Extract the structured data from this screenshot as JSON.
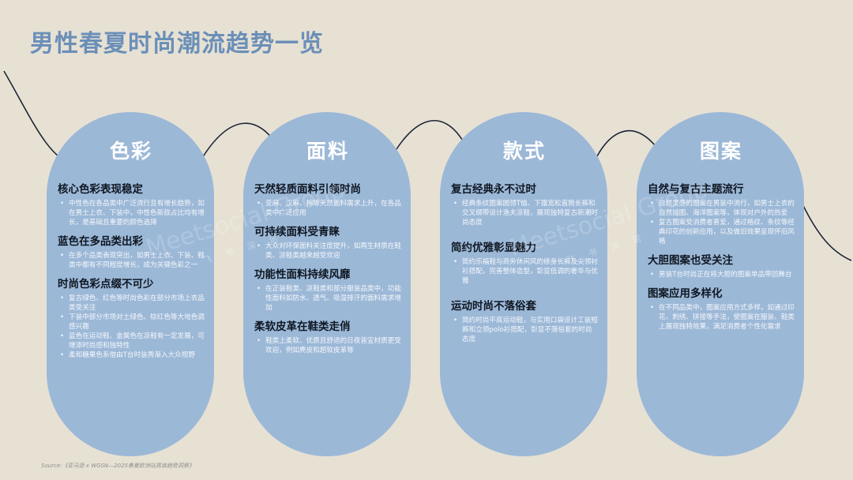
{
  "title": "男性春夏时尚潮流趋势一览",
  "source": "Source:《亚马逊 x WGSN—2025春夏欧洲站男装趋势洞察》",
  "watermark": {
    "text": "Meetsocial Group",
    "sub": "飞书深诺"
  },
  "columns": [
    {
      "title": "色彩",
      "sections": [
        {
          "heading": "核心色彩表现稳定",
          "bullets": [
            "中性色在各品类中广泛流行且有增长趋势，如在男士上衣、下装中，中性色新款占比均有增长，是基础且重要的颜色选择"
          ]
        },
        {
          "heading": "蓝色在多品类出彩",
          "bullets": [
            "在多个品类表现突出，如男士上衣、下装、鞋类中都有不同程度增长，成为关键色彩之一"
          ]
        },
        {
          "heading": "时尚色彩点缀不可少",
          "bullets": [
            "复古绿色、红色等时尚色彩在部分市场上衣品类受关注",
            "下装中部分市场对土绿色、棕红色等大地色调感兴趣",
            "蓝色在运动鞋、金属色在凉鞋有一定发展，可增添时尚感和独特性",
            "柔和糖果色系借由T台时装秀渐入大众视野"
          ]
        }
      ]
    },
    {
      "title": "面料",
      "sections": [
        {
          "heading": "天然轻质面料引领时尚",
          "bullets": [
            "亚麻、汉麻、棉等天然面料需求上升，在各品类中广泛应用"
          ]
        },
        {
          "heading": "可持续面料受青睐",
          "bullets": [
            "大众对环保面料关注度提升，如再生材质在鞋类、凉鞋类越来越受欢迎"
          ]
        },
        {
          "heading": "功能性面料持续风靡",
          "bullets": [
            "在正装鞋类、凉鞋类和部分服装品类中，功能性面料如防水、透气、吸湿排汗的面料需求增加"
          ]
        },
        {
          "heading": "柔软皮革在鞋类走俏",
          "bullets": [
            "鞋类上柔软、优质且舒适的日夜皆宜材质更受欢迎，例如麂皮和超软皮革等"
          ]
        }
      ]
    },
    {
      "title": "款式",
      "sections": [
        {
          "heading": "复古经典永不过时",
          "bullets": [
            "经典条纹图案圆领T恤、下摆宽松直筒长裤和交叉绑带设计渔夫凉鞋，展现独特复古新潮时尚态度"
          ]
        },
        {
          "heading": "简约优雅彰显魅力",
          "bullets": [
            "简约乐福鞋与商务休闲风的修身长裤及尖领衬衫搭配，完善整体造型，彰显低调的奢华与优雅"
          ]
        },
        {
          "heading": "运动时尚不落俗套",
          "bullets": [
            "简约时尚平底运动鞋，与实用口袋设计工装短裤和立领polo衫搭配，彰显不落俗套的时尚态度"
          ]
        }
      ]
    },
    {
      "title": "图案",
      "sections": [
        {
          "heading": "自然与复古主题流行",
          "bullets": [
            "自然灵感的图案在男装中流行，如男士上衣的自然插图、海洋图案等，体现对户外的热爱",
            "复古图案受消费者喜爱，通过格纹、条纹等经典印花的创新应用，以及做旧效果呈现怀旧风格"
          ]
        },
        {
          "heading": "大胆图案也受关注",
          "bullets": [
            "男装T台时尚正在将大胆的图案单品带回舞台"
          ]
        },
        {
          "heading": "图案应用多样化",
          "bullets": [
            "在不同品类中，图案应用方式多样，如通过印花、刺绣、拼接等手法，使图案在服装、鞋类上展现独特效果，满足消费者个性化需求"
          ]
        }
      ]
    }
  ]
}
